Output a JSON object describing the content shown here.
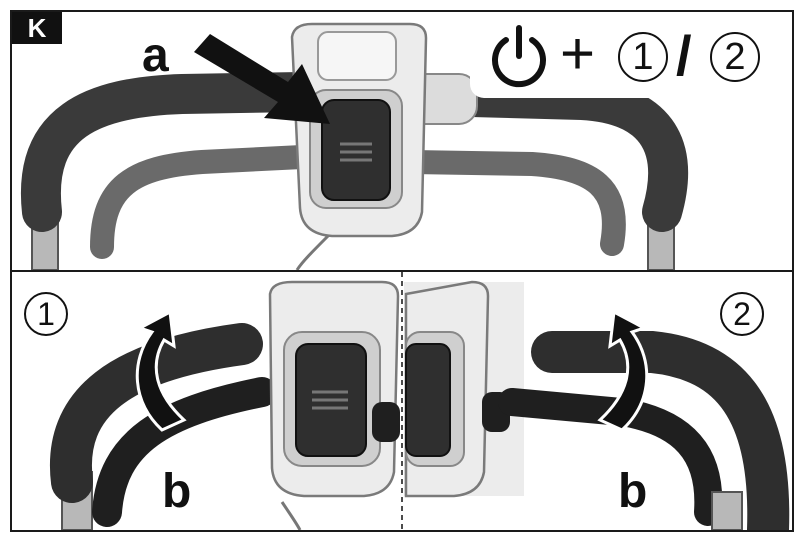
{
  "figure": {
    "panel_tag": "K",
    "top": {
      "label_a": "a",
      "combo": {
        "plus": "+",
        "option1": "1",
        "separator": "/",
        "option2": "2",
        "power_icon": "power-icon"
      }
    },
    "bottom": {
      "left": {
        "step": "1",
        "label_b": "b"
      },
      "right": {
        "step": "2",
        "label_b": "b"
      }
    }
  },
  "colors": {
    "frame": "#1a1a1a",
    "grip": "#3a3a3a",
    "housing": "#e6e6e6",
    "button": "#2e2e2e",
    "tube": "#b5b5b5"
  }
}
